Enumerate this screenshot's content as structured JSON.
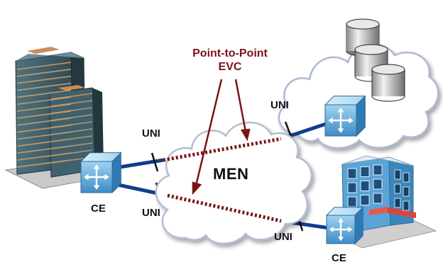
{
  "diagram": {
    "evc_label_line1": "Point-to-Point",
    "evc_label_line2": "EVC",
    "network_label": "MEN",
    "uni_labels": [
      "UNI",
      "UNI",
      "UNI",
      "UNI"
    ],
    "ce_labels": [
      "CE",
      "CE"
    ],
    "colors": {
      "link_solid": "#123d8a",
      "evc_dotted": "#7a1418",
      "arrow": "#7a1418",
      "switch_body": "#6fb0db",
      "cloud_fill": "#ffffff",
      "cloud_outline": "#b9c3d8",
      "tower": "#3c5b66",
      "building_roof": "#d26a48"
    },
    "icons": [
      "office-tower-icon",
      "data-center-cloud-icon",
      "storage-database-icon",
      "ethernet-switch-icon",
      "branch-office-building-icon",
      "metro-network-cloud-icon"
    ]
  }
}
